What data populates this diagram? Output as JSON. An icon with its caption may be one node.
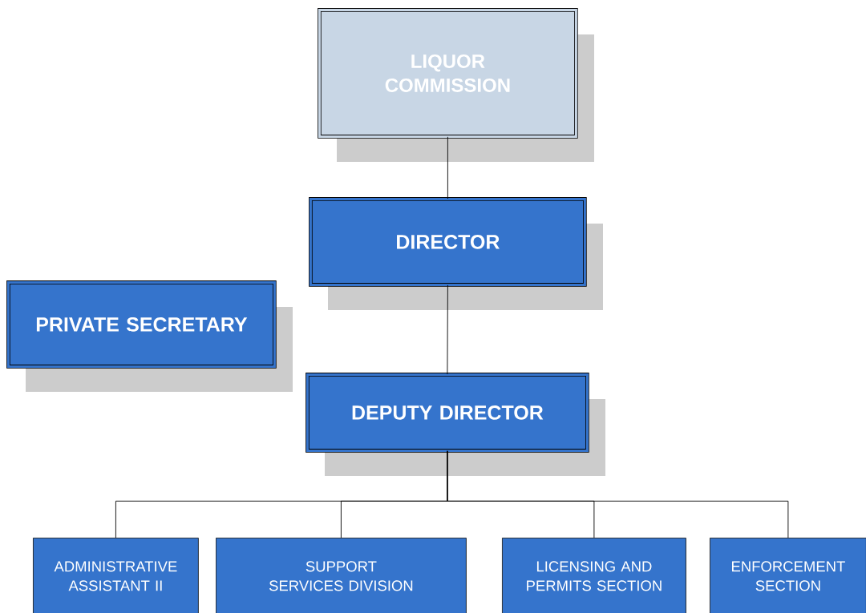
{
  "diagram": {
    "nodes": [
      {
        "text": [
          "LIQUOR COMMISSION"
        ]
      },
      {
        "text": [
          "DIRECTOR"
        ]
      },
      {
        "text": [
          "PRIVATE SECRETARY"
        ]
      },
      {
        "text": [
          "DEPUTY DIRECTOR"
        ]
      },
      {
        "text": [
          "ADMINISTRATIVE ASSISTANT II"
        ]
      },
      {
        "text": [
          "SUPPORT SERVICES DIVISION"
        ]
      },
      {
        "text": [
          "LICENSING AND PERMITS SECTION"
        ]
      },
      {
        "text": [
          "ENFORCEMENT SECTION"
        ]
      }
    ],
    "edges": [
      {
        "from": 0,
        "to": 1,
        "arrow": "none"
      },
      {
        "from": 1,
        "to": 3,
        "arrow": "none"
      },
      {
        "from": 3,
        "to": 4,
        "arrow": "none"
      },
      {
        "from": 3,
        "to": 5,
        "arrow": "none"
      },
      {
        "from": 3,
        "to": 6,
        "arrow": "none"
      },
      {
        "from": 3,
        "to": 7,
        "arrow": "none"
      }
    ]
  }
}
